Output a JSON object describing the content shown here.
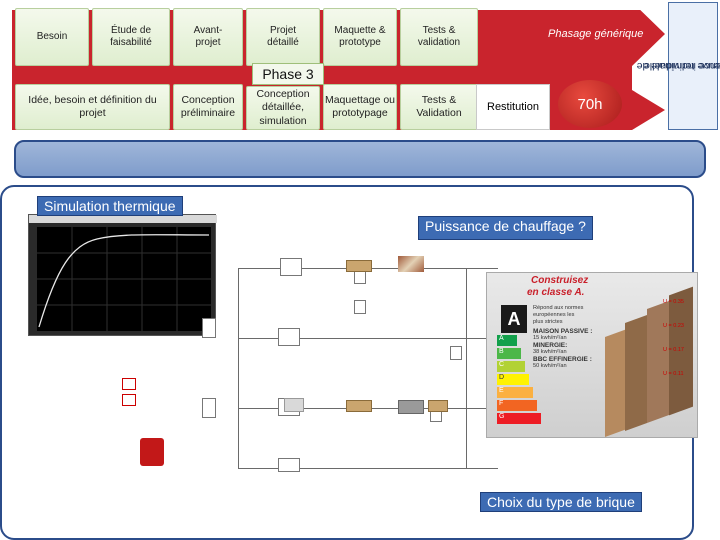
{
  "header": {
    "top_row": [
      "Besoin",
      "Étude de faisabilité",
      "Avant-projet",
      "Projet détaillé",
      "Maquette & prototype",
      "Tests & validation"
    ],
    "phasage": "Phasage générique",
    "bottom_row": [
      "Idée, besoin et définition du projet",
      "Conception préliminaire",
      "Conception détaillée, simulation",
      "Maquettage ou prototypage",
      "Tests & Validation"
    ],
    "restitution": "Restitution",
    "hours": "70h",
    "phase": "Phase 3",
    "side_label_1": "Épreuve terminale de",
    "side_label_2": "soutenance individuelle"
  },
  "labels": {
    "simulation": "Simulation thermique",
    "heating": "Puissance de chauffage ?",
    "brick": "Choix du type de brique"
  },
  "energy_card": {
    "heading_1": "Construisez",
    "heading_2": "en classe A.",
    "class_letter": "A",
    "classes": [
      "A",
      "B",
      "C",
      "D",
      "E",
      "F",
      "G"
    ],
    "lines": [
      "Répond aux normes",
      "européennes les",
      "plus strictes",
      "MAISON PASSIVE :",
      "15 kwh/m²/an",
      "MINERGIE:",
      "38 kwh/m²/an",
      "BBC EFFINERGIE :",
      "50 kwh/m²/an"
    ],
    "u_values": [
      "U = 0.35",
      "U = 0.23",
      "U = 0.17",
      "U = 0.11"
    ]
  },
  "colors": {
    "band": "#c9242d",
    "accent": "#3d6bb3",
    "border": "#2b4c8a"
  }
}
